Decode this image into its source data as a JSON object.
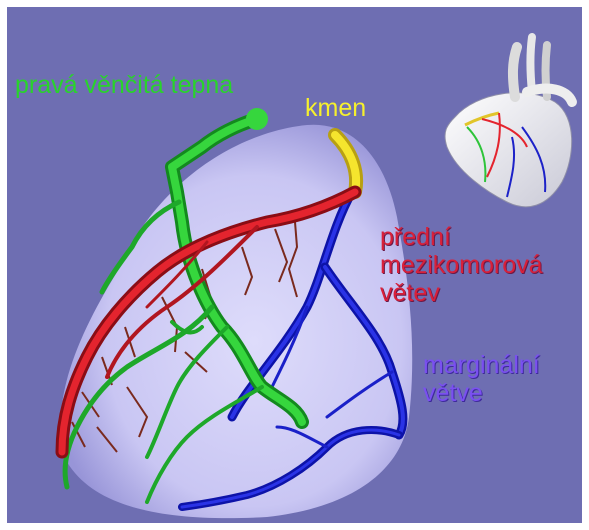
{
  "labels": {
    "right_coronary": "pravá věnčitá tepna",
    "trunk": "kmen",
    "anterior_interventricular": [
      "přední",
      "mezikomorová",
      "větev"
    ],
    "marginal": [
      "marginální",
      "větve"
    ]
  },
  "colors": {
    "background": "#6e6eb2",
    "heart_surface": "#c9c6f4",
    "right_coronary": "#2ec43a",
    "left_trunk": "#f2e22a",
    "anterior_branch": "#d8202c",
    "marginal_branch": "#1d22c8",
    "small_branches": "#7a2a1e"
  }
}
